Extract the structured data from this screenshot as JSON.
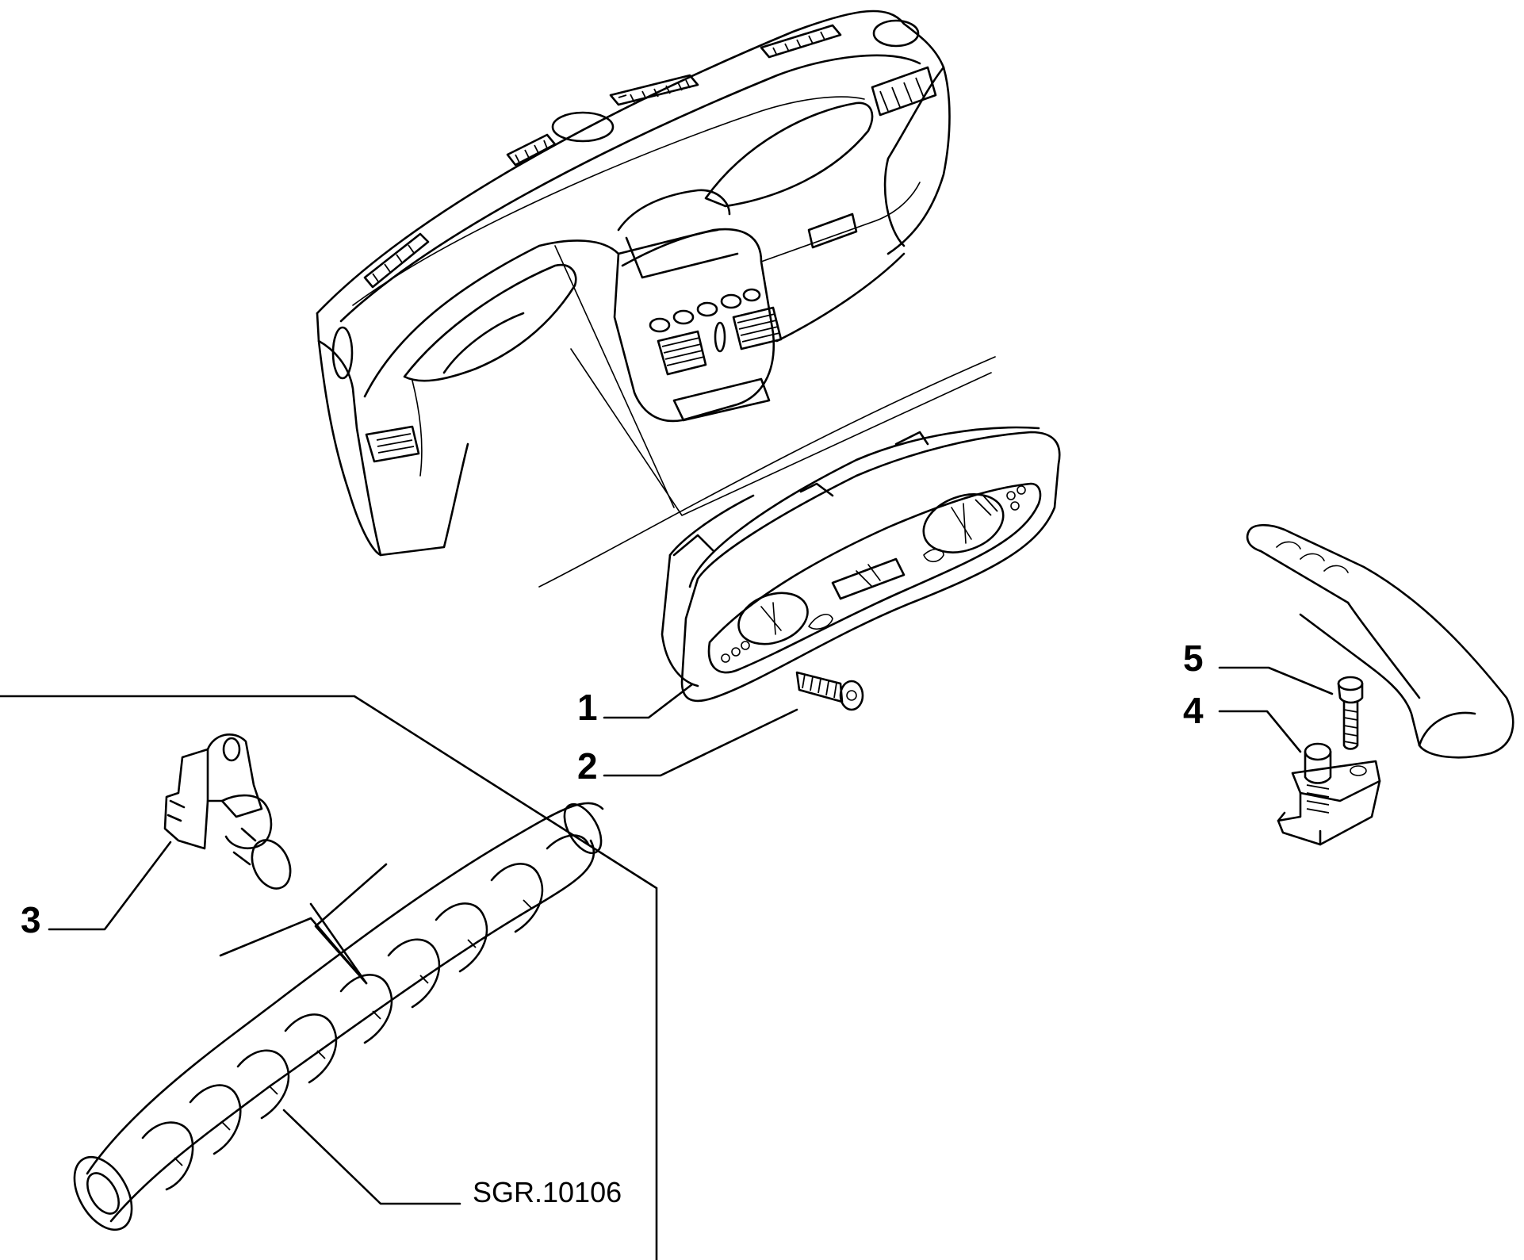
{
  "callouts": [
    {
      "id": "1",
      "label": "1"
    },
    {
      "id": "2",
      "label": "2"
    },
    {
      "id": "3",
      "label": "3"
    },
    {
      "id": "4",
      "label": "4"
    },
    {
      "id": "5",
      "label": "5"
    }
  ],
  "drawing_code": "SGR.10106",
  "parts": [
    {
      "name": "dashboard-assembly-icon"
    },
    {
      "name": "instrument-cluster-icon"
    },
    {
      "name": "screw-icon"
    },
    {
      "name": "camshaft-sensor-icon"
    },
    {
      "name": "camshaft-icon"
    },
    {
      "name": "handbrake-lever-icon"
    },
    {
      "name": "bolt-icon"
    },
    {
      "name": "switch-bracket-icon"
    }
  ]
}
